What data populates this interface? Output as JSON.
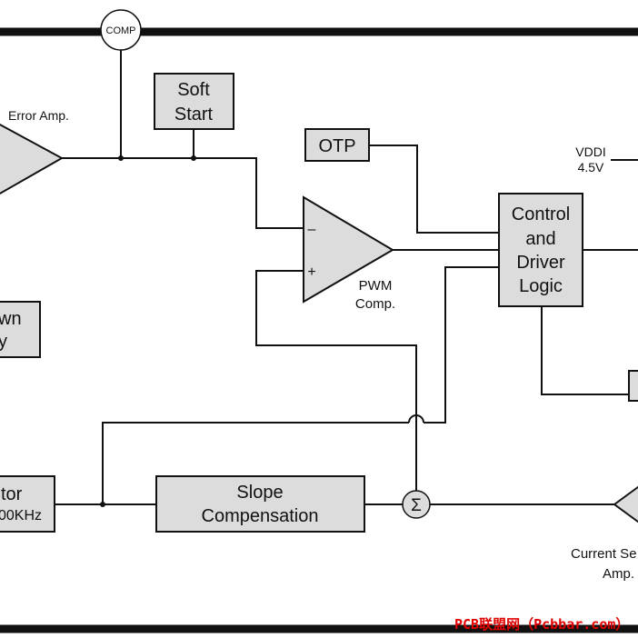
{
  "diagram": {
    "comp_pin": "COMP",
    "error_amp": "Error Amp.",
    "soft_start": [
      "Soft",
      "Start"
    ],
    "otp": "OTP",
    "vddi": [
      "VDDI",
      "4.5V"
    ],
    "control_logic": [
      "Control",
      "and",
      "Driver",
      "Logic"
    ],
    "pwm_comp": [
      "PWM",
      "Comp."
    ],
    "pwm_minus": "–",
    "pwm_plus": "+",
    "shutdown_partial": [
      "wn",
      "y"
    ],
    "oscillator_partial": [
      "tor",
      "00KHz"
    ],
    "slope_comp": [
      "Slope",
      "Compensation"
    ],
    "sum_symbol": "Σ",
    "current_sense": [
      "Current Se",
      "Amp."
    ]
  },
  "watermark": "PCB联盟网（Pcbbar.com）"
}
